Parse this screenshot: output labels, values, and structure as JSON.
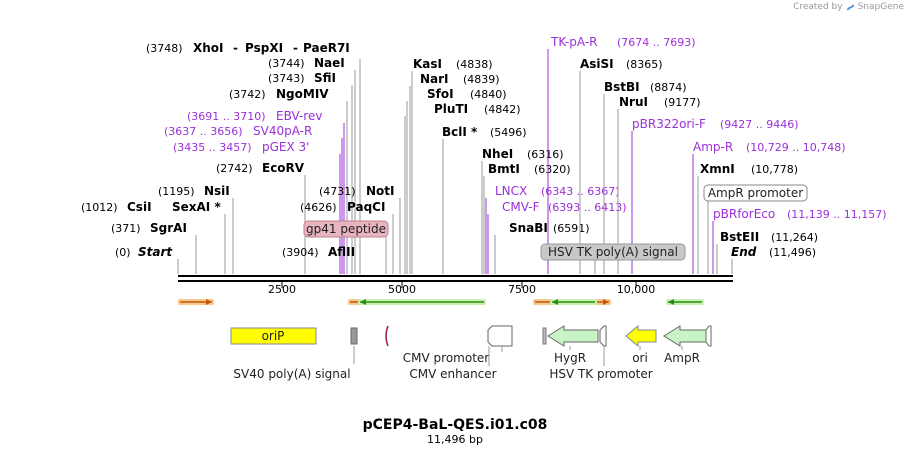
{
  "credit": {
    "prefix": "Created by",
    "brand": "SnapGene"
  },
  "plasmid": {
    "name": "pCEP4-BaL-QES.i01.c08",
    "length": "11,496 bp"
  },
  "axis": {
    "ticks": [
      "2500",
      "5000",
      "7500",
      "10,000"
    ]
  },
  "colors": {
    "enzyme": "#000000",
    "primer": "#9b30d9",
    "feature_line": "#999999"
  },
  "sites": [
    {
      "name": "XhoI",
      "pos": "(3748)",
      "kind": "enzyme",
      "prefix": "",
      "join": "-"
    },
    {
      "name": "PspXI",
      "pos": "",
      "kind": "enzyme",
      "prefix": "",
      "join": "-"
    },
    {
      "name": "PaeR7I",
      "pos": "",
      "kind": "enzyme"
    },
    {
      "name": "NaeI",
      "pos": "(3744)",
      "kind": "enzyme"
    },
    {
      "name": "SfiI",
      "pos": "(3743)",
      "kind": "enzyme"
    },
    {
      "name": "NgoMIV",
      "pos": "(3742)",
      "kind": "enzyme"
    },
    {
      "name": "EBV-rev",
      "pos": "(3691 .. 3710)",
      "kind": "primer"
    },
    {
      "name": "SV40pA-R",
      "pos": "(3637 .. 3656)",
      "kind": "primer"
    },
    {
      "name": "pGEX 3'",
      "pos": "(3435 .. 3457)",
      "kind": "primer"
    },
    {
      "name": "EcoRV",
      "pos": "(2742)",
      "kind": "enzyme"
    },
    {
      "name": "NsiI",
      "pos": "(1195)",
      "kind": "enzyme"
    },
    {
      "name": "CsiI",
      "pos": "(1012)",
      "kind": "enzyme"
    },
    {
      "name": "SexAI *",
      "pos": "",
      "kind": "enzyme"
    },
    {
      "name": "SgrAI",
      "pos": "(371)",
      "kind": "enzyme"
    },
    {
      "name": "Start",
      "pos": "(0)",
      "kind": "enzyme"
    },
    {
      "name": "NotI",
      "pos": "(4731)",
      "kind": "enzyme"
    },
    {
      "name": "PaqCI",
      "pos": "(4626)",
      "kind": "enzyme"
    },
    {
      "name": "AflII",
      "pos": "(3904)",
      "kind": "enzyme"
    },
    {
      "name": "KasI",
      "pos": "(4838)",
      "kind": "enzyme"
    },
    {
      "name": "NarI",
      "pos": "(4839)",
      "kind": "enzyme"
    },
    {
      "name": "SfoI",
      "pos": "(4840)",
      "kind": "enzyme"
    },
    {
      "name": "PluTI",
      "pos": "(4842)",
      "kind": "enzyme"
    },
    {
      "name": "BclI *",
      "pos": "(5496)",
      "kind": "enzyme"
    },
    {
      "name": "NheI",
      "pos": "(6316)",
      "kind": "enzyme"
    },
    {
      "name": "BmtI",
      "pos": "(6320)",
      "kind": "enzyme"
    },
    {
      "name": "LNCX",
      "pos": "(6343 .. 6367)",
      "kind": "primer"
    },
    {
      "name": "CMV-F",
      "pos": "(6393 .. 6413)",
      "kind": "primer"
    },
    {
      "name": "SnaBI",
      "pos": "(6591)",
      "kind": "enzyme"
    },
    {
      "name": "TK-pA-R",
      "pos": "(7674 .. 7693)",
      "kind": "primer"
    },
    {
      "name": "AsiSI",
      "pos": "(8365)",
      "kind": "enzyme"
    },
    {
      "name": "BstBI",
      "pos": "(8874)",
      "kind": "enzyme"
    },
    {
      "name": "NruI",
      "pos": "(9177)",
      "kind": "enzyme"
    },
    {
      "name": "pBR322ori-F",
      "pos": "(9427 .. 9446)",
      "kind": "primer"
    },
    {
      "name": "Amp-R",
      "pos": "(10,729 .. 10,748)",
      "kind": "primer"
    },
    {
      "name": "XmnI",
      "pos": "(10,778)",
      "kind": "enzyme"
    },
    {
      "name": "pBRforEco",
      "pos": "(11,139 .. 11,157)",
      "kind": "primer"
    },
    {
      "name": "BstEII",
      "pos": "(11,264)",
      "kind": "enzyme"
    },
    {
      "name": "End",
      "pos": "(11,496)",
      "kind": "enzyme"
    }
  ],
  "boxed_features": [
    {
      "name": "gp41 peptide",
      "style": "pink"
    },
    {
      "name": "HSV TK poly(A) signal",
      "style": "gray"
    },
    {
      "name": "AmpR promoter",
      "style": "white"
    }
  ],
  "features": [
    {
      "name": "oriP"
    },
    {
      "name": "SV40 poly(A) signal"
    },
    {
      "name": "CMV promoter"
    },
    {
      "name": "CMV enhancer"
    },
    {
      "name": "HygR"
    },
    {
      "name": "HSV TK promoter"
    },
    {
      "name": "ori"
    },
    {
      "name": "AmpR"
    }
  ]
}
